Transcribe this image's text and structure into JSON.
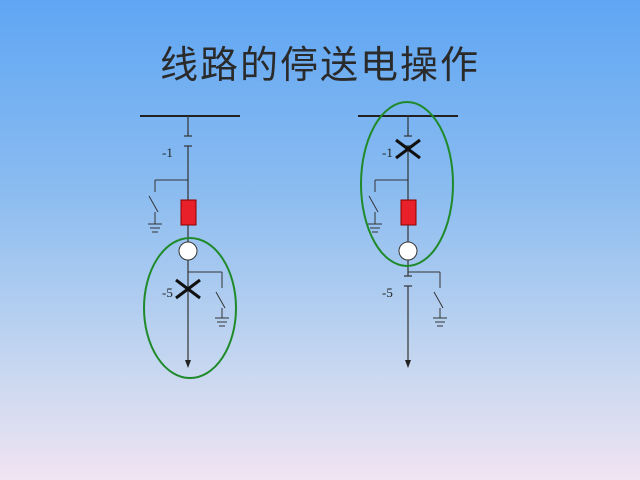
{
  "title": "线路的停送电操作",
  "left": {
    "label_top": "-1",
    "label_bottom": "-5"
  },
  "right": {
    "label_top": "-1",
    "label_bottom": "-5"
  },
  "colors": {
    "breaker": "#e8202a",
    "highlight_ellipse": "#1f8a2a",
    "open_mark": "#111111",
    "line": "#333333"
  }
}
